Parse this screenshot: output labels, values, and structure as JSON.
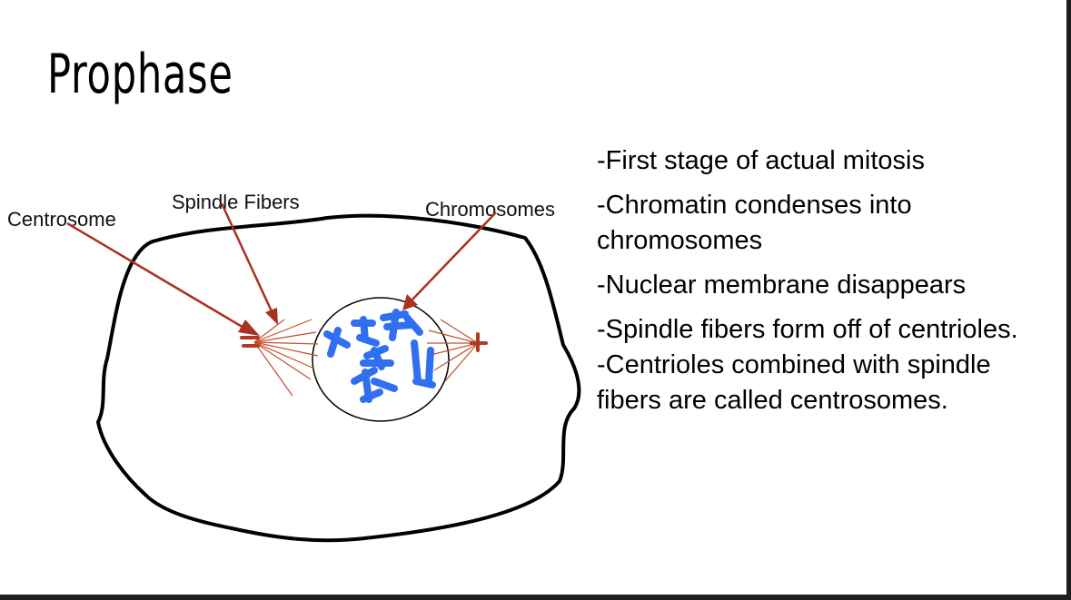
{
  "slide": {
    "title": "Prophase",
    "labels": {
      "centrosome": "Centrosome",
      "spindle_fibers": "Spindle Fibers",
      "chromosomes": "Chromosomes"
    },
    "bullets": [
      "-First stage of actual mitosis",
      "-Chromatin condenses into chromosomes",
      "-Nuclear membrane disappears",
      "-Spindle fibers form off of centrioles.",
      "-Centrioles combined with spindle fibers are called centrosomes."
    ]
  },
  "colors": {
    "arrow": "#a83220",
    "spindle": "#c0502a",
    "chromosome": "#2f6ff0",
    "outline": "#000000"
  }
}
